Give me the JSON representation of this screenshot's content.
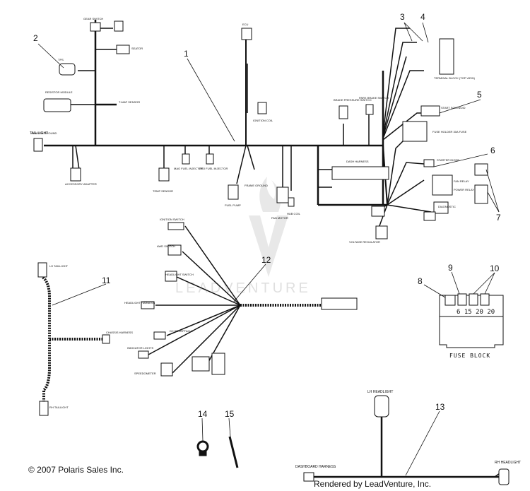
{
  "diagram": {
    "callouts": [
      "1",
      "2",
      "3",
      "4",
      "5",
      "6",
      "7",
      "8",
      "9",
      "10",
      "11",
      "12",
      "13",
      "14",
      "15"
    ],
    "labels": {
      "gear_switch": "GEAR SWITCH",
      "ecu": "ECU",
      "tps": "TPS",
      "resistor_module": "RESISTOR MODULE",
      "seat_switch": "SEATOR",
      "tmap": "T-MAP SENSOR",
      "ignition_coil": "IGNITION COIL",
      "brake_switch": "BRAKE PRESSURE SWITCH",
      "park_brake": "PARK BRAKE SWITCH",
      "terminal_block": "TERMINAL BLOCK (TOP VIEW)",
      "start_solenoid": "START SOLENOID",
      "fuse_holder": "FUSE HOLDER 30A FUSE",
      "starter_diode": "STARTER DIODE",
      "fan_relay": "FAN RELAY",
      "power_relay": "POWER RELAY",
      "diagnostic": "DIAGNOSTIC",
      "chassis_ground": "CHASSIS GROUND",
      "mag_fuel_injector": "MAG FUEL INJECTOR",
      "pto_fuel_injector": "PTO FUEL INJECTOR",
      "temp_sensor": "TEMP SENSOR",
      "frame_ground": "FRAME GROUND",
      "fuel_pump": "FUEL PUMP",
      "fan_motor": "FAN MOTOR",
      "hub_coil": "HUB COIL",
      "voltage_regulator": "VOLTAGE REGULATOR",
      "accessory_adapter": "ACCESSORY ADAPTER",
      "dash_harness": "DASH HARNESS",
      "ignition_switch": "IGNITION SWITCH",
      "awd_switch": "AWD SWITCH",
      "headlight_switch": "HEADLIGHT SWITCH",
      "headlight_harness": "HEADLIGHT HARNESS",
      "dc_receptacle": "DC RECEPTACLE",
      "indicator_lights": "INDICATOR LIGHTS",
      "speedometer": "SPEEDOMETER",
      "chassis_harness": "CHASSIS HARNESS",
      "lh_taillight": "LH TAILLIGHT",
      "rh_taillight": "RH TAILLIGHT",
      "lh_headlight": "LH HEADLIGHT",
      "rh_headlight": "RH HEADLIGHT",
      "dashboard_harness": "DASHBOARD HARNESS",
      "tail_light": "TAIL LIGHT",
      "fuse_values": "6 15 20 20",
      "fuse_block": "FUSE BLOCK"
    }
  },
  "footer": {
    "copyright": "© 2007 Polaris Sales Inc.",
    "rendered_by": "Rendered by LeadVenture, Inc."
  }
}
